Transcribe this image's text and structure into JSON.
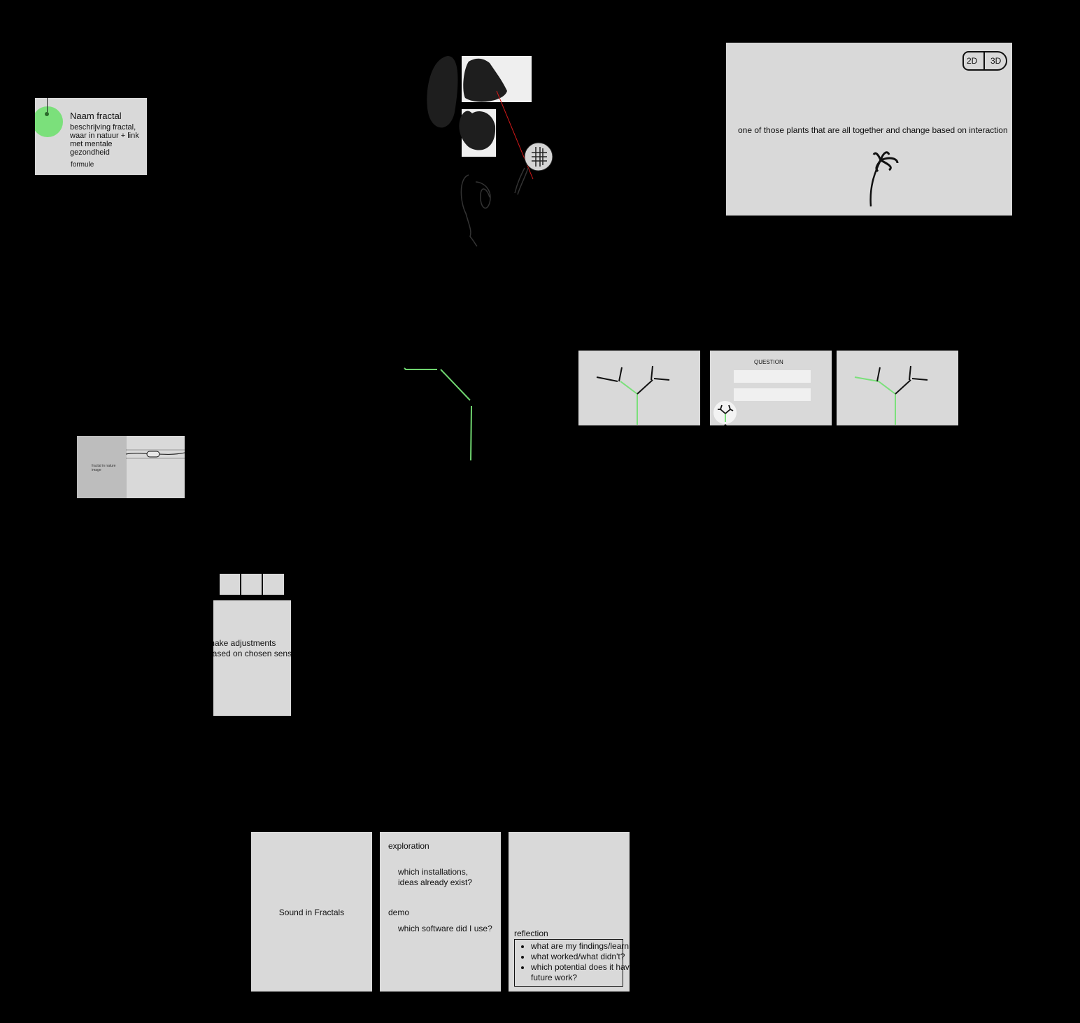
{
  "canvas": {
    "background": "#000000",
    "frame_color": "#d9d9d9",
    "accent": "#7be07b"
  },
  "card": {
    "title": "Naam fractal",
    "description": [
      "beschrijving fractal,",
      "waar in natuur + link",
      "met mentale",
      "gezondheid"
    ],
    "formula": "formule",
    "dot_color": "#7be07b"
  },
  "plant_frame": {
    "text": "one of those plants that are all together and change based on interaction",
    "toggle": {
      "option_2d": "2D",
      "option_3d": "3D"
    }
  },
  "question_frame": {
    "label": "QUESTION"
  },
  "mini_frame": {
    "caption": [
      "fractal in nature",
      "image"
    ]
  },
  "sensor_frame": {
    "lines": [
      "make adjustments",
      "based on chosen sensor"
    ]
  },
  "bottom": {
    "sound": {
      "title": "Sound in Fractals"
    },
    "exploration": {
      "heading": "exploration",
      "question": [
        "which installations,",
        "ideas already exist?"
      ],
      "demo_heading": "demo",
      "demo_question": "which software did I use?"
    },
    "reflection": {
      "heading": "reflection",
      "bullets": [
        "what are my findings/learnings?",
        "what worked/what didn't?",
        "which potential does it have for",
        "future work?"
      ]
    }
  }
}
